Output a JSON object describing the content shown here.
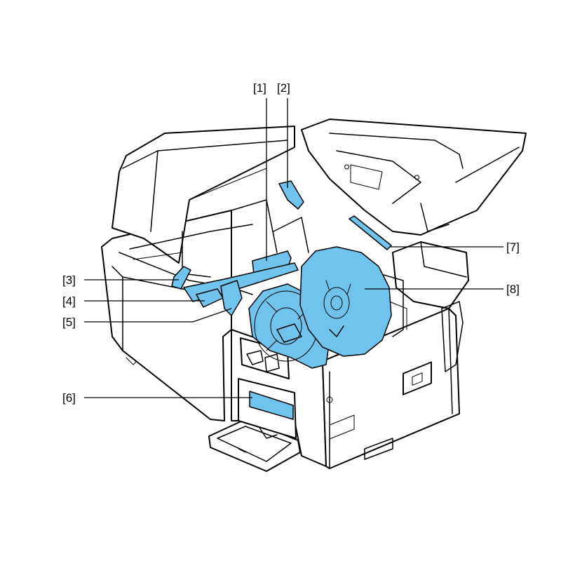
{
  "diagram": {
    "highlight_color": "#6fc3ec",
    "outline_color": "#000000",
    "background": "#ffffff",
    "callouts": [
      {
        "id": "1",
        "text": "[1]"
      },
      {
        "id": "2",
        "text": "[2]"
      },
      {
        "id": "3",
        "text": "[3]"
      },
      {
        "id": "4",
        "text": "[4]"
      },
      {
        "id": "5",
        "text": "[5]"
      },
      {
        "id": "6",
        "text": "[6]"
      },
      {
        "id": "7",
        "text": "[7]"
      },
      {
        "id": "8",
        "text": "[8]"
      }
    ]
  }
}
